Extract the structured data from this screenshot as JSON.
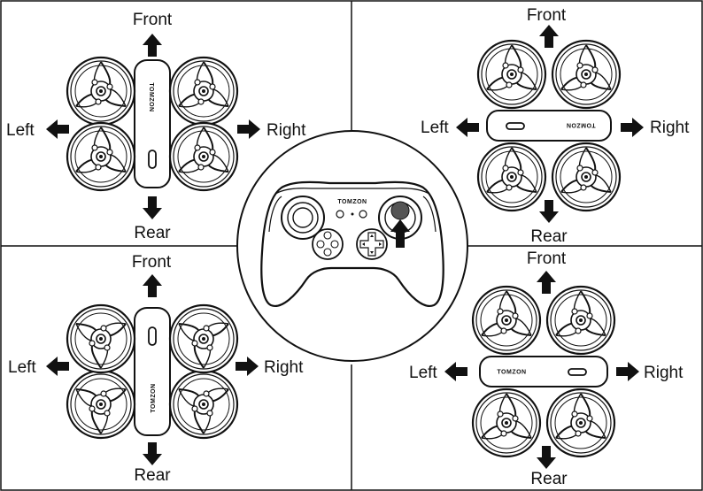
{
  "directions": {
    "front": "Front",
    "rear": "Rear",
    "left": "Left",
    "right": "Right"
  },
  "brand": "TOMZON",
  "panels": [
    {
      "id": "top-left",
      "drone_orientation": "front-up"
    },
    {
      "id": "top-right",
      "drone_orientation": "body-horizontal"
    },
    {
      "id": "bottom-left",
      "drone_orientation": "rotated-180"
    },
    {
      "id": "bottom-right",
      "drone_orientation": "body-horizontal-mirrored"
    }
  ],
  "controller": {
    "highlighted_control": "right joystick",
    "highlighted_direction": "up"
  }
}
